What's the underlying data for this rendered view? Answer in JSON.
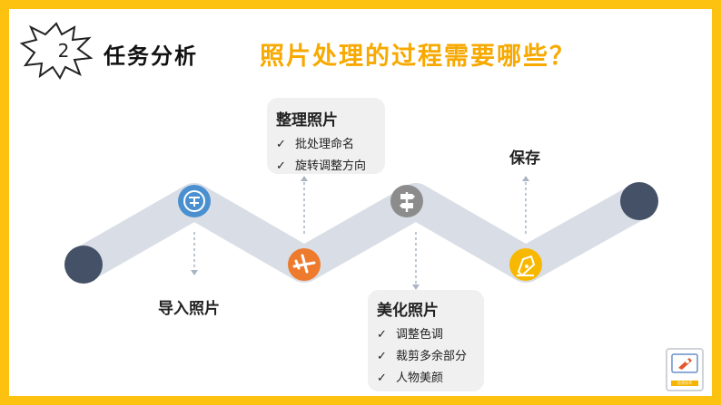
{
  "badge": {
    "number": "2"
  },
  "section_title": "任务分析",
  "question": "照片处理的过程需要哪些？",
  "steps": [
    {
      "title": "导入照片",
      "items": []
    },
    {
      "title": "整理照片",
      "items": [
        "批处理命名",
        "旋转调整方向"
      ]
    },
    {
      "title": "美化照片",
      "items": [
        "调整色调",
        "裁剪多余部分",
        "人物美颜"
      ]
    },
    {
      "title": "保存",
      "items": []
    }
  ],
  "icons": [
    "import-icon",
    "airplane-icon",
    "signpost-icon",
    "pen-nib-icon"
  ],
  "colors": {
    "frame": "#fdc20f",
    "accent": "#f7a900",
    "blue": "#4a90d0",
    "orange": "#ee7a2e",
    "gray": "#8c8c8c",
    "yellow": "#f9b800",
    "end_dot": "#445166",
    "track": "#d8dde6"
  },
  "check_mark": "✓",
  "logo_text": "信息技术"
}
